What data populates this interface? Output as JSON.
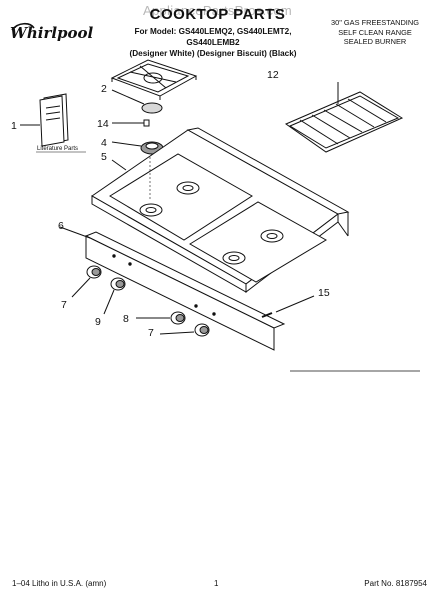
{
  "watermark": "AppliancePartsPros.com",
  "header": {
    "brand": "Whirlpool",
    "title": "COOKTOP PARTS",
    "model_line": "For Model: GS440LEMQ2, GS440LEMT2, GS440LEMB2",
    "variant_line": "(Designer White) (Designer Biscuit) (Black)",
    "product_lines": [
      "30\" GAS FREESTANDING",
      "SELF CLEAN RANGE",
      "SEALED BURNER"
    ]
  },
  "literature_label": "Literature Parts",
  "callouts": [
    "1",
    "2",
    "4",
    "5",
    "6",
    "7",
    "7",
    "8",
    "9",
    "12",
    "14",
    "15"
  ],
  "footer": {
    "left": "1–04 Litho in U.S.A. (amn)",
    "page": "1",
    "part_no": "Part No. 8187954"
  },
  "colors": {
    "line": "#111111",
    "watermark": "#b8b8b8",
    "shade": "#d8d8d8"
  },
  "icons": {
    "logo": "whirlpool-logo",
    "screw": "screw-icon",
    "knob": "knob-icon"
  }
}
